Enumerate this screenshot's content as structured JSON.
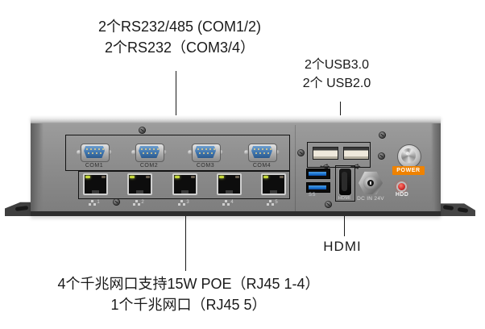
{
  "annotations": {
    "com": {
      "line1": "2个RS232/485 (COM1/2)",
      "line2": "2个RS232（COM3/4）"
    },
    "usb": {
      "line1": "2个USB3.0",
      "line2": "2个 USB2.0"
    },
    "lan": {
      "line1": "4个千兆网口支持15W POE（RJ45 1-4）",
      "line2": "1个千兆网口（RJ45 5）"
    },
    "hdmi": "HDMI"
  },
  "device": {
    "com_ports": [
      {
        "label": "COM1"
      },
      {
        "label": "COM2"
      },
      {
        "label": "COM3"
      },
      {
        "label": "COM4"
      }
    ],
    "lan_ports": [
      {
        "number": "1"
      },
      {
        "number": "2"
      },
      {
        "number": "3"
      },
      {
        "number": "4"
      },
      {
        "number": "5"
      }
    ],
    "usb3_marking": "SS",
    "hdmi_port_label": "HDMI",
    "dc_label": "DC IN 24V",
    "power_label": "POWER",
    "hdd_label": "HDD"
  },
  "colors": {
    "power_badge_orange": "#EF8200",
    "com_connector_blue": "#3E74AD",
    "usb3_blue": "#1976D2",
    "lan_led_green": "#C6D93A",
    "hdd_led_red": "#D32F2F",
    "annotation_text": "#1A1A1A"
  }
}
